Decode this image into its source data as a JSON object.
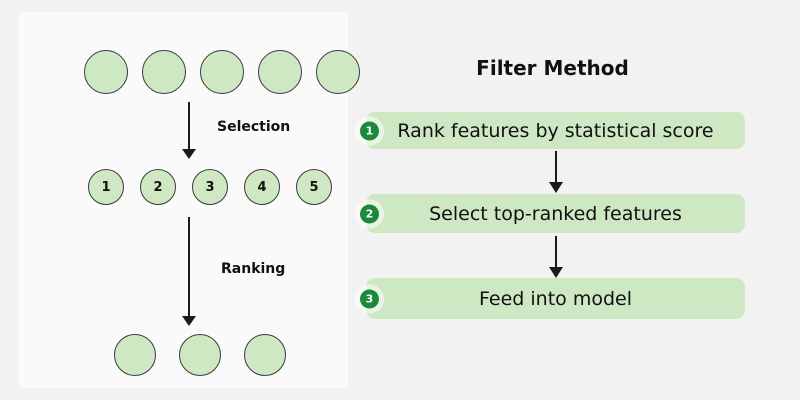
{
  "background_color": "#f2f2f2",
  "accent_color": "#1c8a3c",
  "node_fill_color": "#cfe8c4",
  "left_diagram": {
    "name": "feature-selection-ranking-diagram",
    "rows": {
      "top": {
        "name": "unranked-features-row",
        "circles": [
          "",
          "",
          "",
          "",
          ""
        ]
      },
      "middle": {
        "name": "ranked-features-row",
        "circles": [
          "1",
          "2",
          "3",
          "4",
          "5"
        ]
      },
      "bottom": {
        "name": "selected-features-row",
        "circles": [
          "",
          "",
          ""
        ]
      }
    },
    "arrows": [
      {
        "label": "Selection"
      },
      {
        "label": "Ranking"
      }
    ]
  },
  "right_panel": {
    "title": "Filter Method",
    "steps": [
      {
        "number": "1",
        "label": "Rank features by statistical score"
      },
      {
        "number": "2",
        "label": "Select top-ranked features"
      },
      {
        "number": "3",
        "label": "Feed into model"
      }
    ]
  }
}
